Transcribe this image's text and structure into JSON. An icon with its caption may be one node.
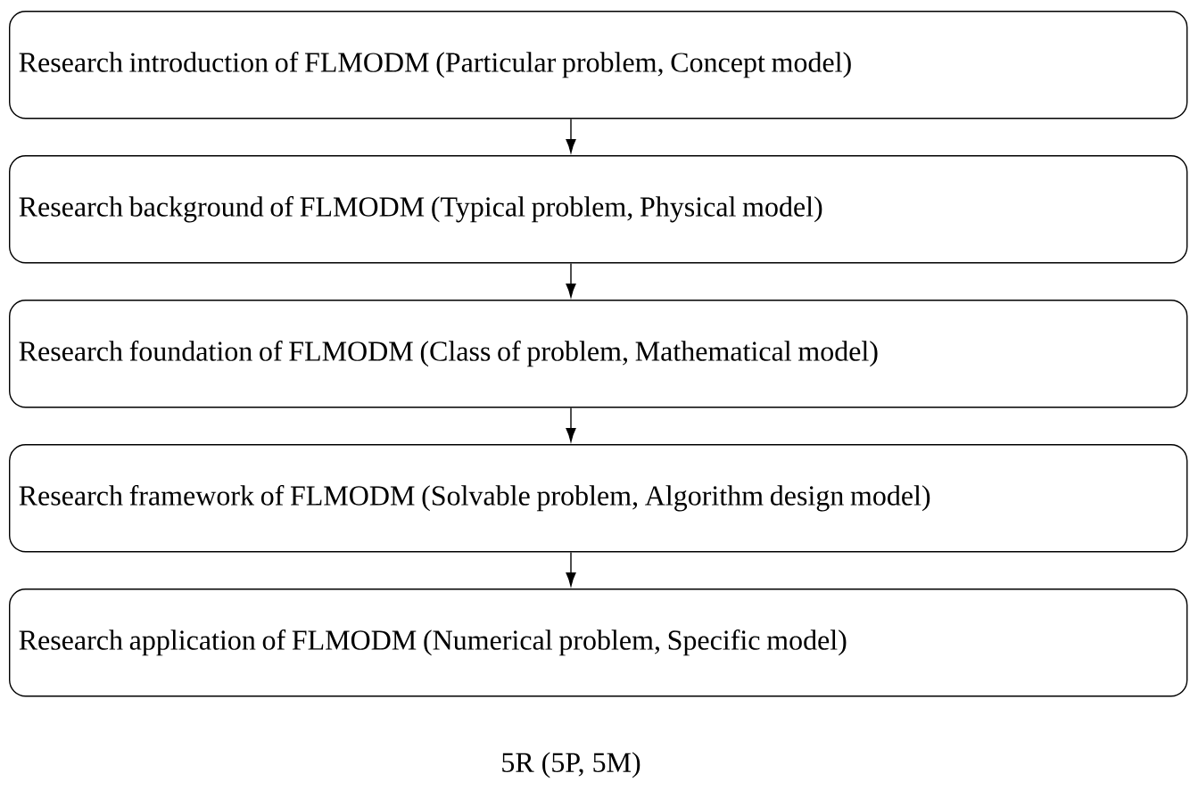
{
  "diagram": {
    "caption": "5R  (5P, 5M)",
    "nodes": [
      {
        "text": [
          "Research introduction of FLMODM  (Particular problem, Concept model)"
        ]
      },
      {
        "text": [
          "Research background of FLMODM  (Typical problem, Physical model)"
        ]
      },
      {
        "text": [
          "Research foundation of FLMODM  (Class of problem, Mathematical model)"
        ]
      },
      {
        "text": [
          "Research framework of FLMODM  (Solvable problem, Algorithm design model)"
        ]
      },
      {
        "text": [
          "Research application of FLMODM  (Numerical problem, Specific model)"
        ]
      }
    ],
    "edges": [
      {
        "from": 0,
        "to": 1,
        "arrow": "to"
      },
      {
        "from": 1,
        "to": 2,
        "arrow": "to"
      },
      {
        "from": 2,
        "to": 3,
        "arrow": "to"
      },
      {
        "from": 3,
        "to": 4,
        "arrow": "to"
      }
    ]
  }
}
